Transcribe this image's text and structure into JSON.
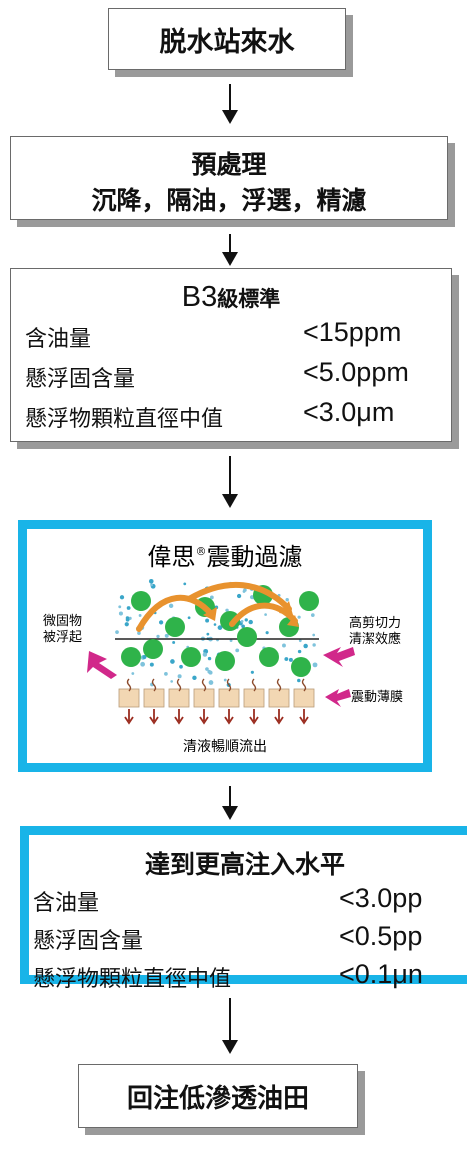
{
  "box1": {
    "title": "脱水站來水"
  },
  "box2": {
    "title": "預處理",
    "subtitle": "沉降，隔油，浮選，精濾"
  },
  "box3": {
    "title_prefix": "B3",
    "title_suffix": "級標準",
    "rows": [
      {
        "label": "含油量",
        "value": "<15ppm"
      },
      {
        "label": "懸浮固含量",
        "value": "<5.0ppm"
      },
      {
        "label": "懸浮物顆粒直徑中值",
        "value": "<3.0μm"
      }
    ]
  },
  "filter": {
    "title": "偉思",
    "registered": "®",
    "title_rest": "震動過濾",
    "label_left_1": "微固物",
    "label_left_2": "被浮起",
    "label_right_1": "高剪切力",
    "label_right_2": "清潔效應",
    "label_membrane": "震動薄膜",
    "label_bottom": "清液暢順流出"
  },
  "box5": {
    "title": "達到更高注入水平",
    "rows": [
      {
        "label": "含油量",
        "value": "<3.0pp"
      },
      {
        "label": "懸浮固含量",
        "value": "<0.5pp"
      },
      {
        "label": "懸浮物顆粒直徑中值",
        "value": "<0.1μn"
      }
    ]
  },
  "box6": {
    "title": "回注低滲透油田"
  },
  "colors": {
    "frame_blue": "#19b4e8",
    "particle_green": "#2fb34a",
    "flow_orange": "#e8922e",
    "pointer_magenta": "#d1288a"
  }
}
